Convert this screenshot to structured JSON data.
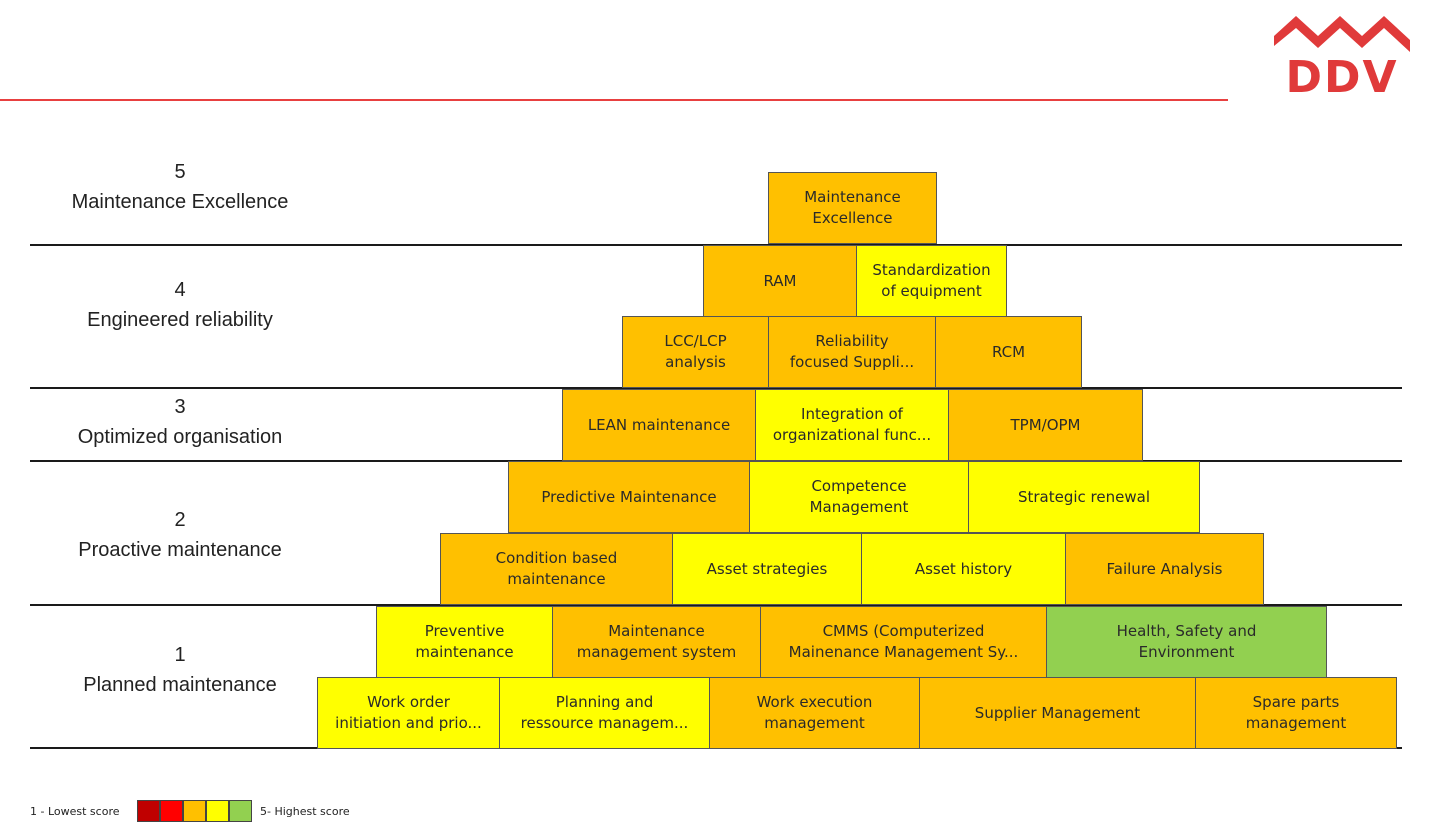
{
  "brand": {
    "name": "DDV",
    "color": "#e03a3a"
  },
  "levels": [
    {
      "number": "5",
      "name": "Maintenance Excellence"
    },
    {
      "number": "4",
      "name": "Engineered reliability"
    },
    {
      "number": "3",
      "name": "Optimized organisation"
    },
    {
      "number": "2",
      "name": "Proactive maintenance"
    },
    {
      "number": "1",
      "name": "Planned maintenance"
    }
  ],
  "blocks": [
    {
      "label": "Maintenance\nExcellence",
      "color": "#ffc000"
    },
    {
      "label": "RAM",
      "color": "#ffc000"
    },
    {
      "label": "Standardization\nof equipment",
      "color": "#ffff00"
    },
    {
      "label": "LCC/LCP\nanalysis",
      "color": "#ffc000"
    },
    {
      "label": "Reliability\nfocused Suppli...",
      "color": "#ffc000"
    },
    {
      "label": "RCM",
      "color": "#ffc000"
    },
    {
      "label": "LEAN maintenance",
      "color": "#ffc000"
    },
    {
      "label": "Integration of\norganizational func...",
      "color": "#ffff00"
    },
    {
      "label": "TPM/OPM",
      "color": "#ffc000"
    },
    {
      "label": "Predictive Maintenance",
      "color": "#ffc000"
    },
    {
      "label": "Competence\nManagement",
      "color": "#ffff00"
    },
    {
      "label": "Strategic renewal",
      "color": "#ffff00"
    },
    {
      "label": "Condition based\nmaintenance",
      "color": "#ffc000"
    },
    {
      "label": "Asset strategies",
      "color": "#ffff00"
    },
    {
      "label": "Asset history",
      "color": "#ffff00"
    },
    {
      "label": "Failure Analysis",
      "color": "#ffc000"
    },
    {
      "label": "Preventive\nmaintenance",
      "color": "#ffff00"
    },
    {
      "label": "Maintenance\nmanagement system",
      "color": "#ffc000"
    },
    {
      "label": "CMMS (Computerized\nMainenance Management Sy...",
      "color": "#ffc000"
    },
    {
      "label": "Health, Safety and\nEnvironment",
      "color": "#92d050"
    },
    {
      "label": "Work order\ninitiation and prio...",
      "color": "#ffff00"
    },
    {
      "label": "Planning and\nressource managem...",
      "color": "#ffff00"
    },
    {
      "label": "Work execution\nmanagement",
      "color": "#ffc000"
    },
    {
      "label": "Supplier Management",
      "color": "#ffc000"
    },
    {
      "label": "Spare parts\nmanagement",
      "color": "#ffc000"
    }
  ],
  "legend": {
    "low_label": "1 - Lowest score",
    "high_label": "5- Highest score",
    "colors": [
      "#c00000",
      "#ff0000",
      "#ffc000",
      "#ffff00",
      "#92d050"
    ]
  }
}
